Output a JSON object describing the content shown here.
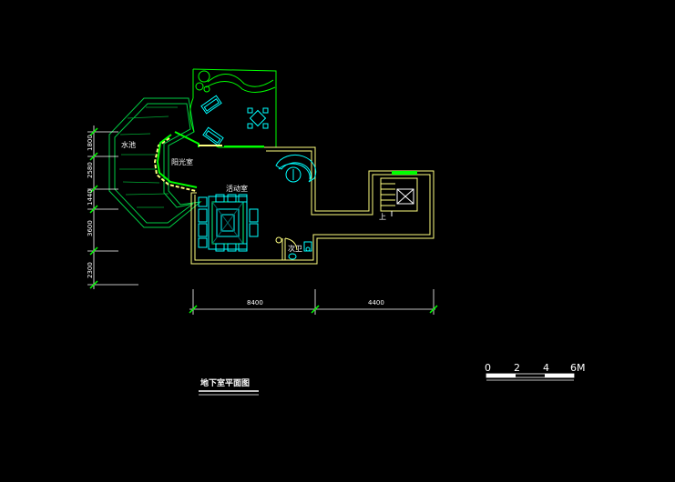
{
  "drawing": {
    "title": "地下室平面图",
    "rooms": {
      "pool": "水池",
      "sunroom": "阳光室",
      "activity": "活动室",
      "toilet": "次卫",
      "stair_up": "上"
    },
    "dims_vertical": [
      "1800",
      "2580",
      "1440",
      "3600",
      "2300"
    ],
    "dims_horizontal": [
      "8400",
      "4400"
    ],
    "scale": {
      "ticks": [
        "0",
        "2",
        "4",
        "6M"
      ]
    }
  },
  "colors": {
    "background": "#000000",
    "wall": "#ffff80",
    "green": "#00ff00",
    "cyan": "#00ffff",
    "dim": "#ffffff"
  }
}
